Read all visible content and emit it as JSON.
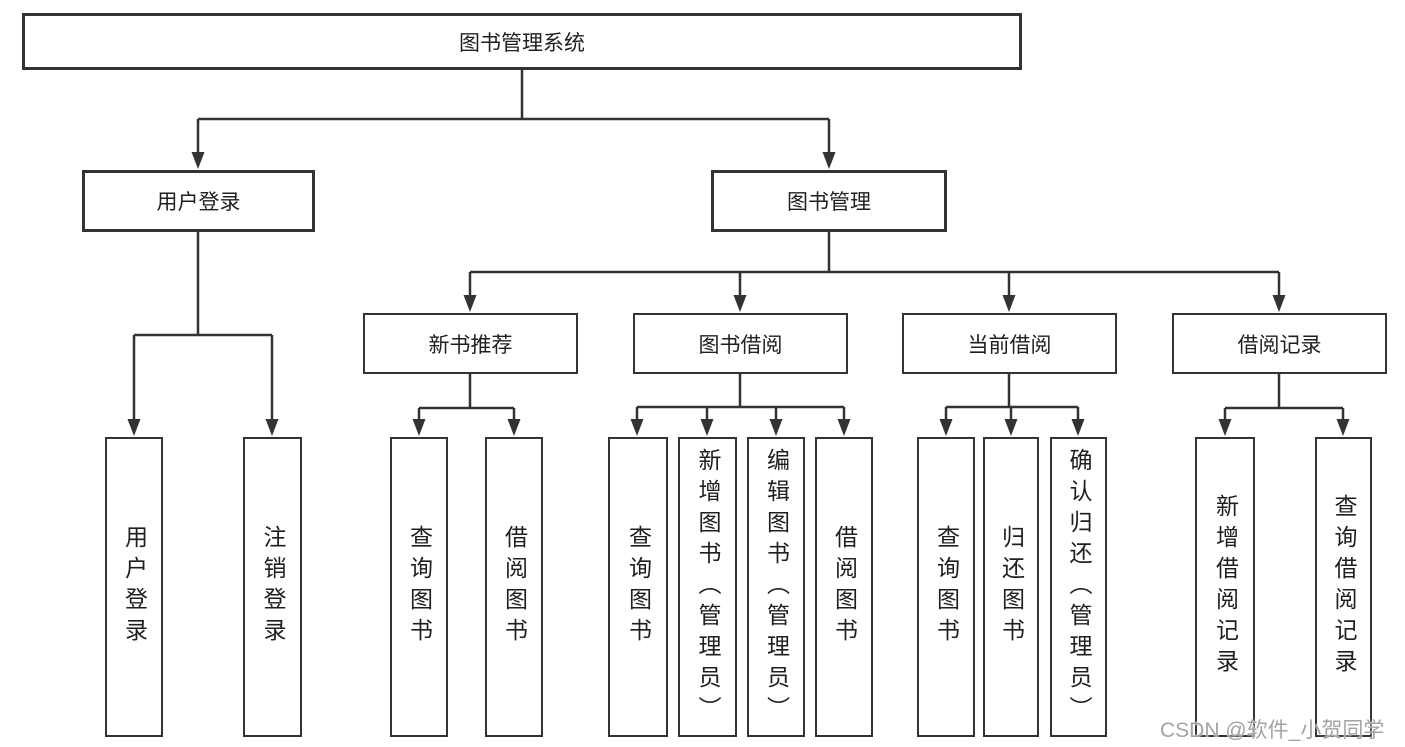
{
  "diagram": {
    "type": "hierarchy-tree",
    "tree": {
      "label": "图书管理系统",
      "children": [
        {
          "label": "用户登录",
          "children": [
            {
              "label": "用户登录"
            },
            {
              "label": "注销登录"
            }
          ]
        },
        {
          "label": "图书管理",
          "children": [
            {
              "label": "新书推荐",
              "children": [
                {
                  "label": "查询图书"
                },
                {
                  "label": "借阅图书"
                }
              ]
            },
            {
              "label": "图书借阅",
              "children": [
                {
                  "label": "查询图书"
                },
                {
                  "label": "新增图书（管理员）"
                },
                {
                  "label": "编辑图书（管理员）"
                },
                {
                  "label": "借阅图书"
                }
              ]
            },
            {
              "label": "当前借阅",
              "children": [
                {
                  "label": "查询图书"
                },
                {
                  "label": "归还图书"
                },
                {
                  "label": "确认归还（管理员）"
                }
              ]
            },
            {
              "label": "借阅记录",
              "children": [
                {
                  "label": "新增借阅记录"
                },
                {
                  "label": "查询借阅记录"
                }
              ]
            }
          ]
        }
      ]
    },
    "colors": {
      "line": "#333333",
      "box_border": "#333333",
      "box_fill": "#ffffff",
      "text": "#1f1f1f",
      "watermark": "#9e9ea0",
      "background": "#ffffff"
    }
  },
  "watermark": {
    "text": "CSDN @软件_小贺同学"
  }
}
